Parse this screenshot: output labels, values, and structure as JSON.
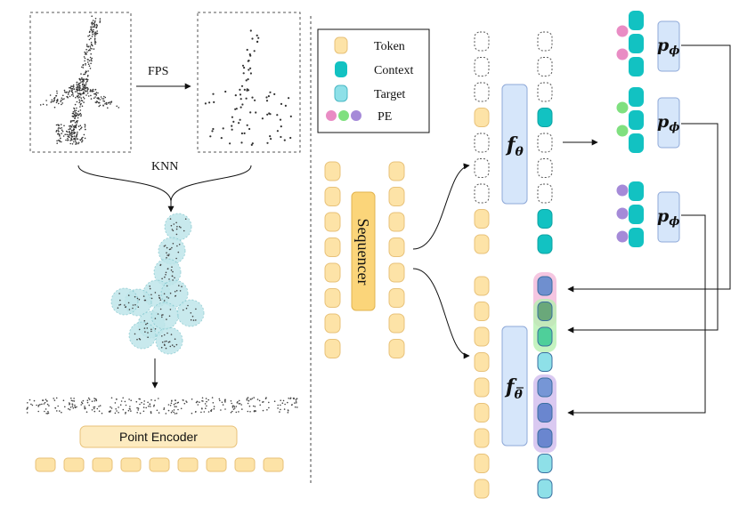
{
  "labels": {
    "fps": "FPS",
    "knn": "KNN",
    "point_encoder": "Point Encoder",
    "sequencer": "Sequencer"
  },
  "legend": {
    "token": "Token",
    "context": "Context",
    "target": "Target",
    "pe": "PE"
  },
  "modules": {
    "f_theta": "f",
    "f_theta_sub": "θ",
    "f_bar_theta": "f",
    "f_bar_theta_sub": "θ",
    "p_phi": "p",
    "p_phi_sub": "ϕ"
  },
  "colors": {
    "token_fill": "#fde3a7",
    "token_stroke": "#e8c27a",
    "context_fill": "#12c2c2",
    "target_fill": "#8ee0e8",
    "module_fill": "#d6e6fa",
    "module_stroke": "#8fa9d8",
    "encoder_fill": "#fdebc0",
    "sequencer_fill": "#fbd57a",
    "pe_pink": "#e98cc4",
    "pe_green": "#7fe07f",
    "pe_purple": "#a58ad8",
    "ball": "#bfe6ea"
  }
}
